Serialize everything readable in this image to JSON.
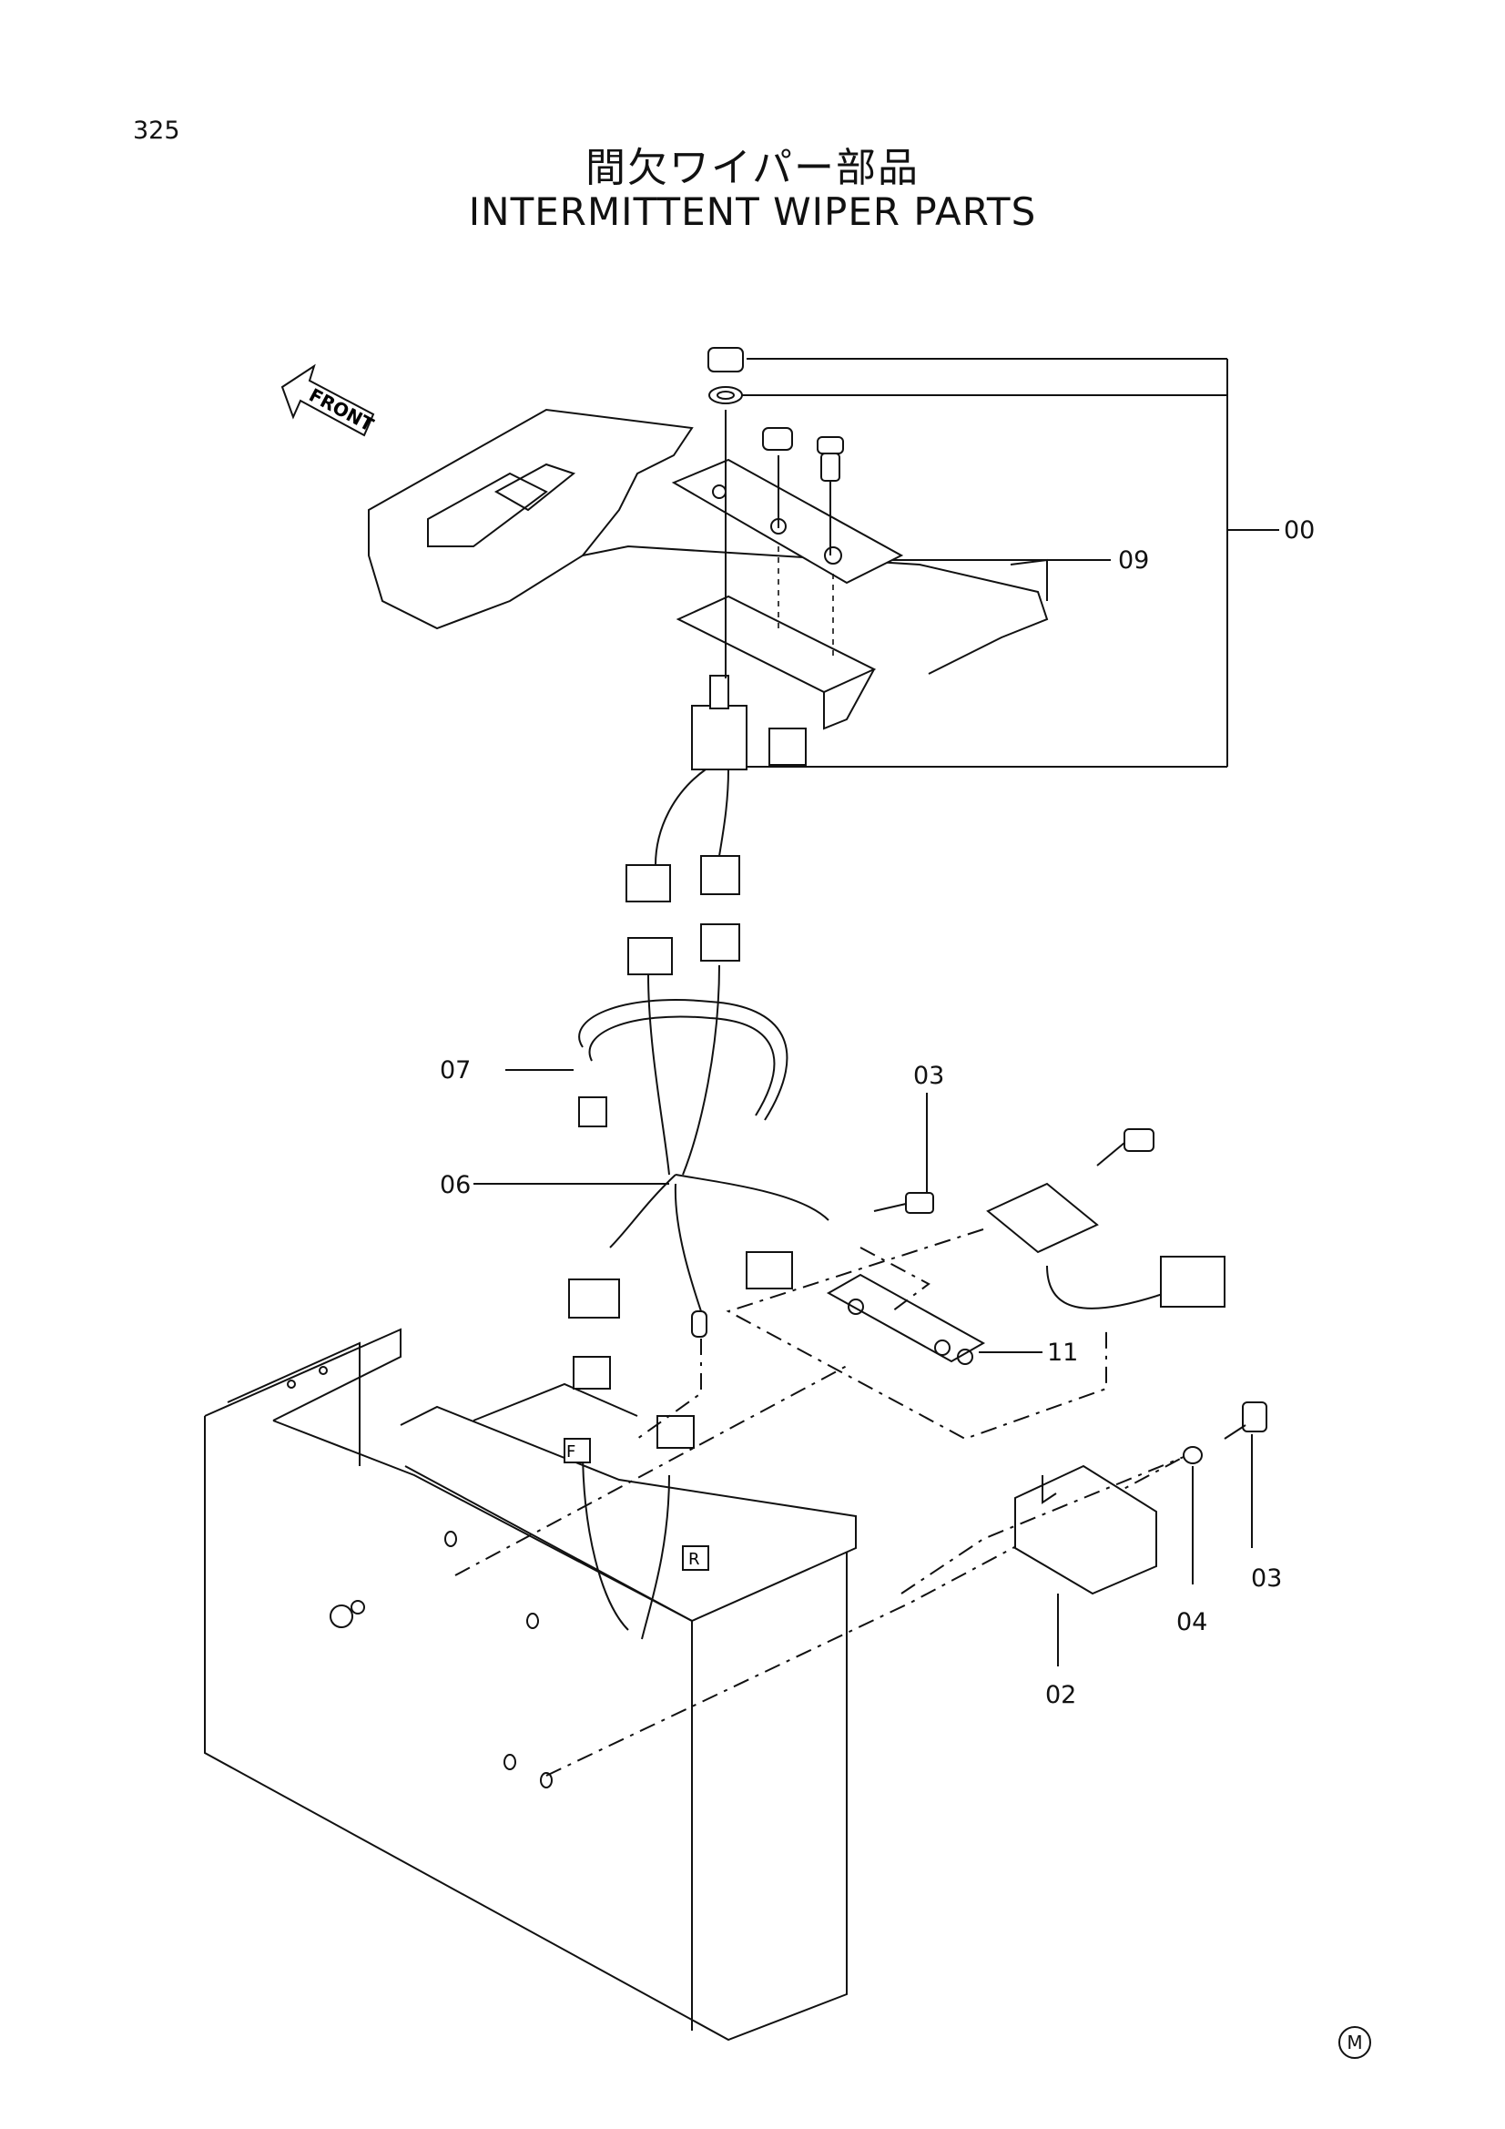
{
  "page": {
    "number": "325",
    "title_jp": "間欠ワイパー部品",
    "title_en": "INTERMITTENT WIPER PARTS"
  },
  "direction_label": "FRONT",
  "connector_tags": {
    "front": "F",
    "rear": "R"
  },
  "callouts": [
    {
      "id": "00",
      "label": "00"
    },
    {
      "id": "09",
      "label": "09"
    },
    {
      "id": "07",
      "label": "07"
    },
    {
      "id": "06",
      "label": "06"
    },
    {
      "id": "03a",
      "label": "03"
    },
    {
      "id": "11",
      "label": "11"
    },
    {
      "id": "03b",
      "label": "03"
    },
    {
      "id": "04",
      "label": "04"
    },
    {
      "id": "02",
      "label": "02"
    }
  ],
  "corner_mark": "M"
}
